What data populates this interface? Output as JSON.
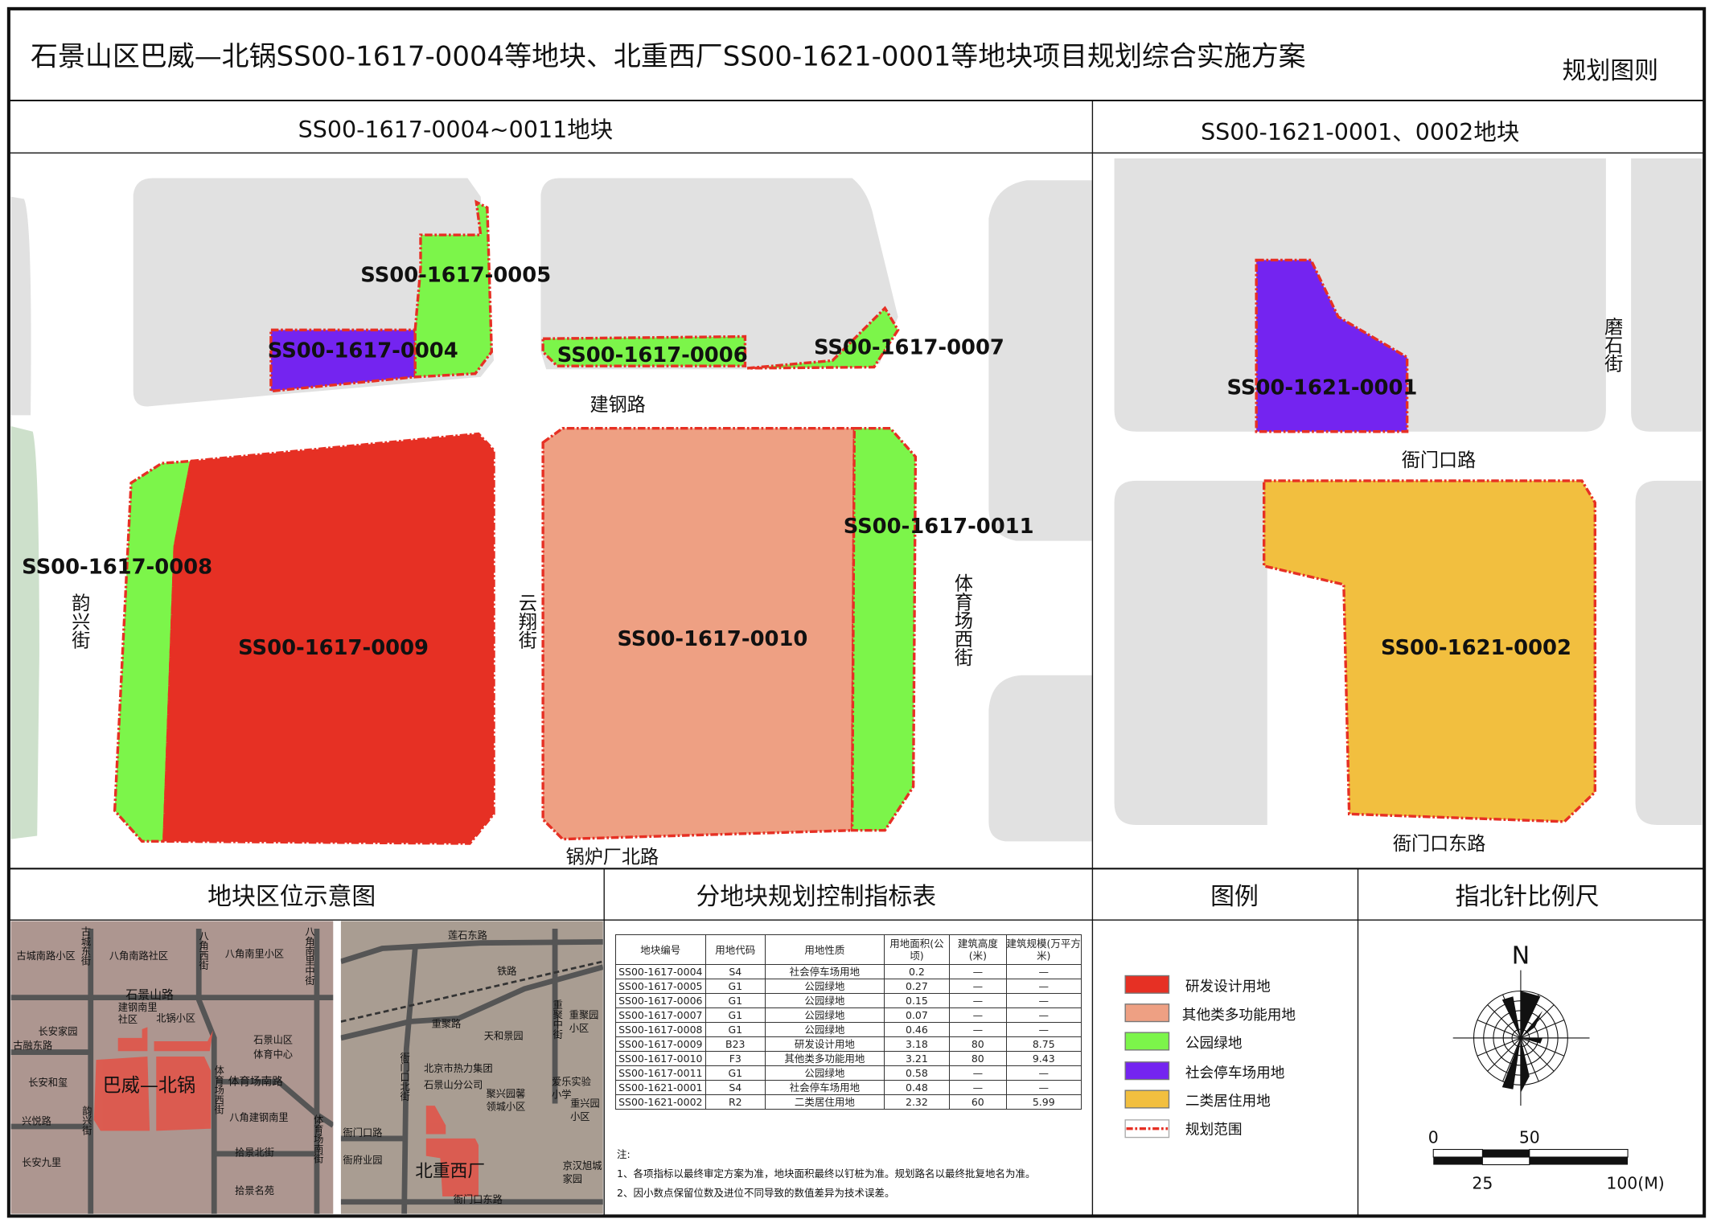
{
  "title": "石景山区巴威—北锅SS00-1617-0004等地块、北重西厂SS00-1621-0001等地块项目规划综合实施方案",
  "subtitle": "规划图则",
  "map_left": {
    "header": "SS00-1617-0004~0011地块",
    "parcels": [
      "SS00-1617-0004",
      "SS00-1617-0005",
      "SS00-1617-0006",
      "SS00-1617-0007",
      "SS00-1617-0008",
      "SS00-1617-0009",
      "SS00-1617-0010",
      "SS00-1617-0011"
    ],
    "roads": {
      "jiangang": "建钢路",
      "yunxing": "韵兴街",
      "yunxiang": "云翔街",
      "tiyuchang_xi": "体育场西街",
      "guolu_bei": "锅炉厂北路"
    }
  },
  "map_right": {
    "header": "SS00-1621-0001、0002地块",
    "parcels": [
      "SS00-1621-0001",
      "SS00-1621-0002"
    ],
    "roads": {
      "moshi": "磨石街",
      "yamenkou": "衙门口路",
      "yamenkou_dong": "衙门口东路"
    }
  },
  "location": {
    "header": "地块区位示意图",
    "left_labels": [
      "古城南路小区",
      "八角南路社区",
      "八角南里小区",
      "古城东街",
      "八角西街",
      "八角南里中街",
      "石景山路",
      "建钢南里",
      "社区",
      "北锅小区",
      "长安家园",
      "古融东路",
      "石景山区",
      "体育中心",
      "巴威—北锅",
      "体育场南路",
      "长安和玺",
      "兴悦路",
      "韵兴街",
      "体育场西街",
      "八角建钢南里",
      "拾景北街",
      "体育场南街",
      "长安九里",
      "拾景名苑"
    ],
    "right_labels": [
      "莲石东路",
      "铁路",
      "重聚路",
      "天和景园",
      "重聚园",
      "小区",
      "重聚中街",
      "北京市热力集团",
      "石景山分公司",
      "聚兴园馨",
      "领城小区",
      "爱乐实验",
      "小学",
      "重兴园",
      "小区",
      "衙门口北街",
      "衙门口路",
      "衙府业园",
      "北重西厂",
      "京汉旭城",
      "家园",
      "衙门口东路"
    ]
  },
  "table": {
    "header": "分地块规划控制指标表",
    "columns": [
      "地块编号",
      "用地代码",
      "用地性质",
      "用地面积(公顷)",
      "建筑高度(米)",
      "建筑规模(万平方米)"
    ],
    "rows": [
      [
        "SS00-1617-0004",
        "S4",
        "社会停车场用地",
        "0.2",
        "—",
        "—"
      ],
      [
        "SS00-1617-0005",
        "G1",
        "公园绿地",
        "0.27",
        "—",
        "—"
      ],
      [
        "SS00-1617-0006",
        "G1",
        "公园绿地",
        "0.15",
        "—",
        "—"
      ],
      [
        "SS00-1617-0007",
        "G1",
        "公园绿地",
        "0.07",
        "—",
        "—"
      ],
      [
        "SS00-1617-0008",
        "G1",
        "公园绿地",
        "0.46",
        "—",
        "—"
      ],
      [
        "SS00-1617-0009",
        "B23",
        "研发设计用地",
        "3.18",
        "80",
        "8.75"
      ],
      [
        "SS00-1617-0010",
        "F3",
        "其他类多功能用地",
        "3.21",
        "80",
        "9.43"
      ],
      [
        "SS00-1617-0011",
        "G1",
        "公园绿地",
        "0.58",
        "—",
        "—"
      ],
      [
        "SS00-1621-0001",
        "S4",
        "社会停车场用地",
        "0.48",
        "—",
        "—"
      ],
      [
        "SS00-1621-0002",
        "R2",
        "二类居住用地",
        "2.32",
        "60",
        "5.99"
      ]
    ],
    "notes_title": "注:",
    "notes": [
      "1、各项指标以最终审定方案为准，地块面积最终以钉桩为准。规划路名以最终批复地名为准。",
      "2、因小数点保留位数及进位不同导致的数值差异为技术误差。"
    ]
  },
  "legend": {
    "header": "图例",
    "items": [
      {
        "label": "研发设计用地",
        "color": "#e63024"
      },
      {
        "label": "其他类多功能用地",
        "color": "#eea083"
      },
      {
        "label": "公园绿地",
        "color": "#7cf54a"
      },
      {
        "label": "社会停车场用地",
        "color": "#7424f0"
      },
      {
        "label": "二类居住用地",
        "color": "#f2bf3f"
      },
      {
        "label": "规划范围",
        "color": "#e63024"
      }
    ]
  },
  "compass": {
    "header": "指北针比例尺",
    "north": "N",
    "scale_labels": [
      "0",
      "50",
      "25",
      "100(M)"
    ]
  }
}
